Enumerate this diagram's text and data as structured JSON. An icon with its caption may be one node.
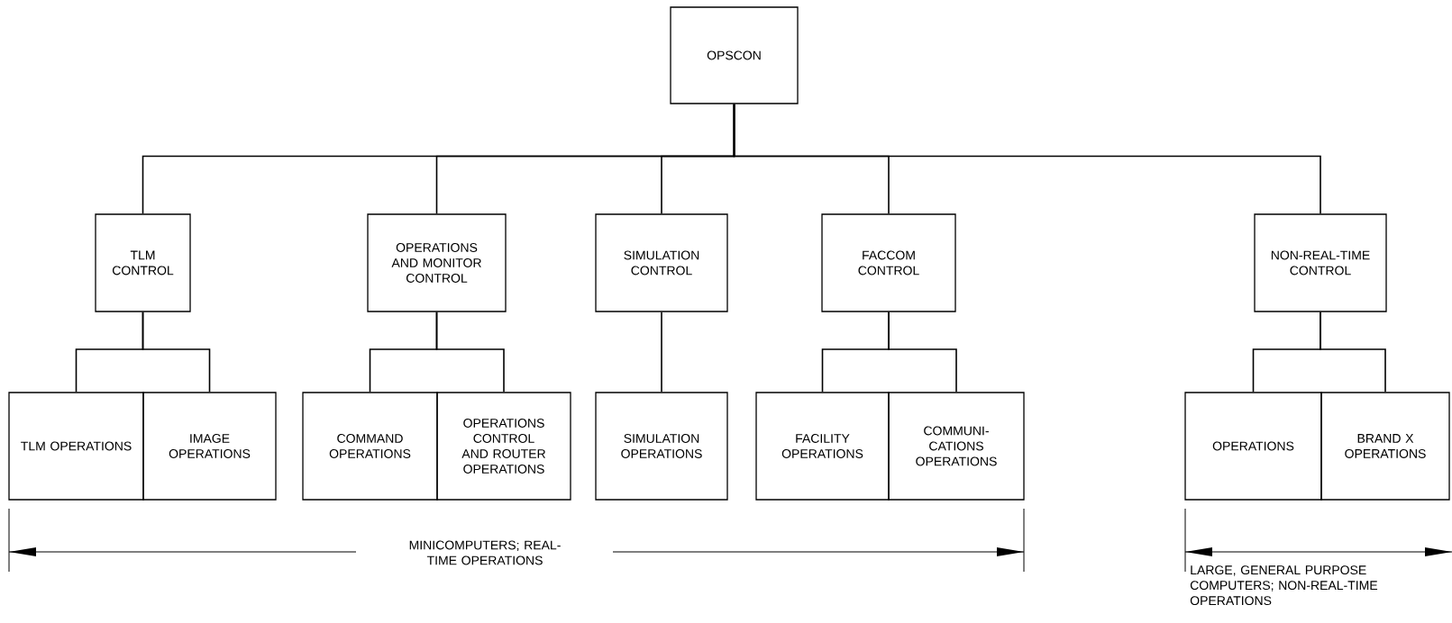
{
  "diagram": {
    "nodes": [
      {
        "text": [
          "OPSCON"
        ]
      },
      {
        "text": [
          "TLM CONTROL"
        ]
      },
      {
        "text": [
          "OPERATIONS AND MONITOR CONTROL"
        ]
      },
      {
        "text": [
          "SIMULATION CONTROL"
        ]
      },
      {
        "text": [
          "FACCOM CONTROL"
        ]
      },
      {
        "text": [
          "NON-REAL-TIME CONTROL"
        ]
      },
      {
        "text": [
          "TLM OPERATIONS"
        ]
      },
      {
        "text": [
          "IMAGE OPERATIONS"
        ]
      },
      {
        "text": [
          "COMMAND OPERATIONS"
        ]
      },
      {
        "text": [
          "OPERATIONS CONTROL AND ROUTER OPERATIONS"
        ]
      },
      {
        "text": [
          "SIMULATION OPERATIONS"
        ]
      },
      {
        "text": [
          "FACILITY OPERATIONS"
        ]
      },
      {
        "text": [
          "COMMUNI- CATIONS OPERATIONS"
        ]
      },
      {
        "text": [
          "OPERATIONS"
        ]
      },
      {
        "text": [
          "BRAND X OPERATIONS"
        ]
      }
    ],
    "edges": [
      {
        "from": 0,
        "to": 1,
        "arrow": "none"
      },
      {
        "from": 0,
        "to": 2,
        "arrow": "none"
      },
      {
        "from": 0,
        "to": 3,
        "arrow": "none"
      },
      {
        "from": 0,
        "to": 4,
        "arrow": "none"
      },
      {
        "from": 0,
        "to": 5,
        "arrow": "none"
      },
      {
        "from": 1,
        "to": 6,
        "arrow": "none"
      },
      {
        "from": 1,
        "to": 7,
        "arrow": "none"
      },
      {
        "from": 2,
        "to": 8,
        "arrow": "none"
      },
      {
        "from": 2,
        "to": 9,
        "arrow": "none"
      },
      {
        "from": 3,
        "to": 10,
        "arrow": "none"
      },
      {
        "from": 4,
        "to": 11,
        "arrow": "none"
      },
      {
        "from": 4,
        "to": 12,
        "arrow": "none"
      },
      {
        "from": 5,
        "to": 13,
        "arrow": "none"
      },
      {
        "from": 5,
        "to": 14,
        "arrow": "none"
      }
    ],
    "labels": [
      "MINICOMPUTERS; REAL-TIME OPERATIONS",
      "LARGE, GENERAL PURPOSE COMPUTERS; NON-REAL-TIME OPERATIONS"
    ]
  }
}
